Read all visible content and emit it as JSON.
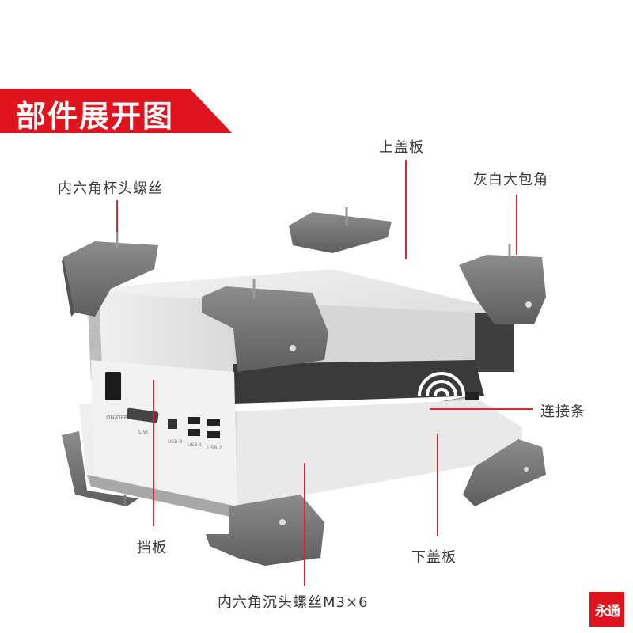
{
  "header": {
    "title": "部件展开图",
    "accent_color": "#e0141e"
  },
  "callouts": {
    "hex_cup_screw": "内六角杯头螺丝",
    "top_cover": "上盖板",
    "corner_guard": "灰白大包角",
    "connector_strip": "连接条",
    "baffle": "挡板",
    "bottom_cover": "下盖板",
    "countersunk_screw": "内六角沉头螺丝M3×6",
    "line_color": "#d7283a"
  },
  "panel_labels": {
    "power_switch": "ON/OFF",
    "dvi_port": "DVI",
    "usb_b": "USB-B",
    "usb_1": "USB-1",
    "usb_2": "USB-2"
  },
  "logo": {
    "text": "永通"
  },
  "colors": {
    "chassis": "#e4e4e4",
    "corner_guard": "#6e6e6e",
    "interior": "#3a3a3a"
  }
}
